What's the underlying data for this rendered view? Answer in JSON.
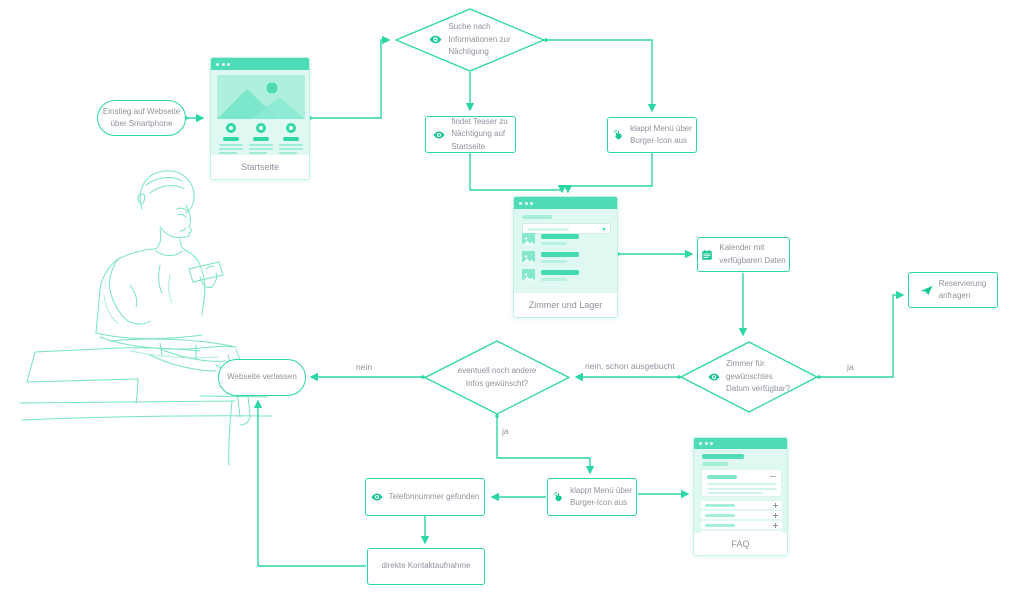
{
  "colors": {
    "accent": "#2bd7a6",
    "icon_teal": "#14c795",
    "text_gray": "#8d939e",
    "phone_header": "#4edcb6"
  },
  "nodes": {
    "entry": {
      "label": "Einstieg auf Webseite\nüber Smartphone"
    },
    "search_info": {
      "label": "Suche nach\nInformationen zur\nNächtigung",
      "icon": "eye-icon"
    },
    "find_teaser": {
      "label": "findet Teaser zu\nNächtigung auf\nStartseite",
      "icon": "eye-icon"
    },
    "open_menu_top": {
      "label": "klappt Menü über\nBurger-Icon aus",
      "icon": "tap-hand-icon"
    },
    "calendar": {
      "label": "Kalender mit\nverfügbaren Daten",
      "icon": "calendar-icon"
    },
    "request_reservation": {
      "label": "Reservierung\nanfragen",
      "icon": "paper-plane-icon"
    },
    "room_available": {
      "label": "Zimmer für\ngewünschtes\nDatum verfügbar?",
      "icon": "eye-icon"
    },
    "more_infos": {
      "label": "eventuell noch andere\nInfos gewünscht?"
    },
    "leave_site": {
      "label": "Webseite verlassen"
    },
    "open_menu_bottom": {
      "label": "klappt Menü über\nBurger-Icon aus",
      "icon": "tap-hand-icon"
    },
    "phone_number_found": {
      "label": "Telefonnummer gefunden",
      "icon": "eye-icon"
    },
    "direct_contact": {
      "label": "direkte Kontaktaufnahme"
    }
  },
  "screens": {
    "startseite": {
      "caption": "Startseite"
    },
    "zimmer_lager": {
      "caption": "Zimmer und Lager"
    },
    "faq": {
      "caption": "FAQ"
    }
  },
  "edge_labels": {
    "ja_available": "ja",
    "nein_ausgebucht": "nein, schon ausgebucht",
    "nein_more_infos": "nein",
    "ja_more_infos": "ja"
  }
}
